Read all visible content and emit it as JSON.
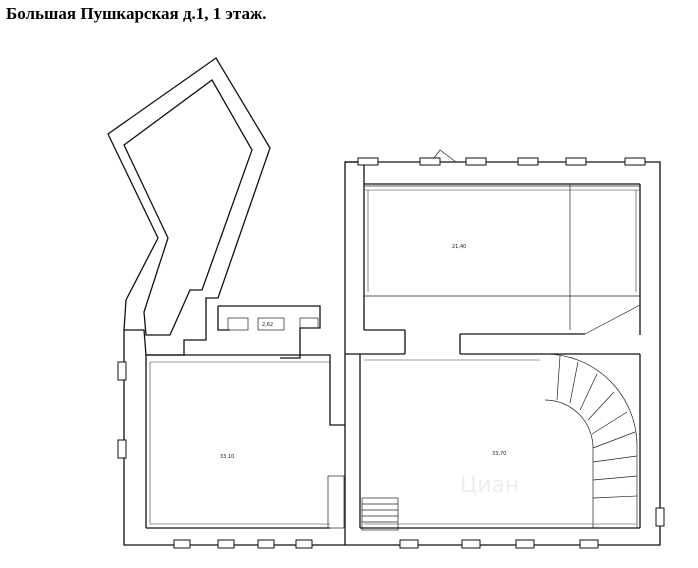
{
  "header": {
    "title": "Большая Пушкарская д.1, 1 этаж."
  },
  "rooms": {
    "top_right": {
      "area_label": "21,40"
    },
    "bottom_left": {
      "area_label": "33,10"
    },
    "bottom_right": {
      "area_label": "33,70"
    },
    "small_center": {
      "area_label": "2,62"
    }
  },
  "watermark": {
    "text": "Циан"
  },
  "colors": {
    "lines": "#111111",
    "background": "#ffffff"
  }
}
